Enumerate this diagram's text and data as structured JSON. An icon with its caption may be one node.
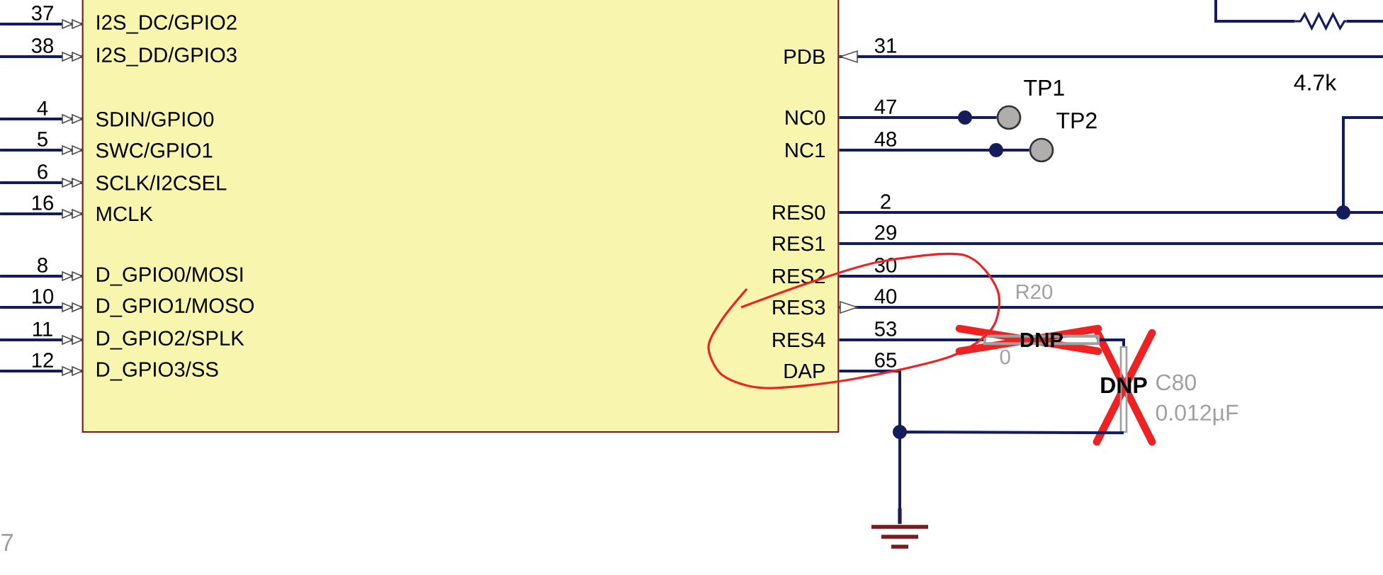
{
  "diagram": {
    "nodes": [
      {
        "text": [
          "I2S_DC/GPIO2",
          "I2S_DD/GPIO3",
          "SDIN/GPIO0",
          "SWC/GPIO1",
          "SCLK/I2CSEL",
          "MCLK",
          "D_GPIO0/MOSI",
          "D_GPIO1/MOSO",
          "D_GPIO2/SPLK",
          "D_GPIO3/SS",
          "PDB",
          "NC0",
          "NC1",
          "RES0",
          "RES1",
          "RES2",
          "RES3",
          "RES4",
          "DAP"
        ]
      },
      {
        "text": [
          "TP1"
        ]
      },
      {
        "text": [
          "TP2"
        ]
      },
      {
        "text": [
          "R20",
          "0",
          "DNP"
        ]
      },
      {
        "text": [
          "DNP",
          "C80",
          "0.012µF"
        ]
      },
      {
        "text": [],
        "shape": "resistor",
        "beside": [
          "4.7k"
        ]
      },
      {
        "text": [],
        "shape": "ground"
      }
    ],
    "edges": [
      {
        "from": null,
        "to": 0,
        "arrow": "to",
        "label": "37"
      },
      {
        "from": null,
        "to": 0,
        "arrow": "to",
        "label": "38"
      },
      {
        "from": null,
        "to": 0,
        "arrow": "to",
        "label": "4"
      },
      {
        "from": null,
        "to": 0,
        "arrow": "to",
        "label": "5"
      },
      {
        "from": null,
        "to": 0,
        "arrow": "to",
        "label": "6"
      },
      {
        "from": null,
        "to": 0,
        "arrow": "to",
        "label": "16"
      },
      {
        "from": null,
        "to": 0,
        "arrow": "to",
        "label": "8"
      },
      {
        "from": null,
        "to": 0,
        "arrow": "to",
        "label": "10"
      },
      {
        "from": null,
        "to": 0,
        "arrow": "to",
        "label": "11"
      },
      {
        "from": null,
        "to": 0,
        "arrow": "to",
        "label": "12"
      },
      {
        "from": null,
        "to": 0,
        "arrow": "to",
        "label": "31"
      },
      {
        "from": 0,
        "to": 1,
        "arrow": "none",
        "label": "47"
      },
      {
        "from": 0,
        "to": 2,
        "arrow": "none",
        "label": "48"
      },
      {
        "from": 0,
        "to": null,
        "arrow": "none",
        "label": "2"
      },
      {
        "from": 0,
        "to": null,
        "arrow": "none",
        "label": "29"
      },
      {
        "from": 0,
        "to": null,
        "arrow": "none",
        "label": "30"
      },
      {
        "from": 0,
        "to": null,
        "arrow": "to",
        "label": "40"
      },
      {
        "from": 0,
        "to": 3,
        "arrow": "none",
        "label": "53"
      },
      {
        "from": 0,
        "to": 6,
        "arrow": "none",
        "label": "65"
      },
      {
        "from": 3,
        "to": 4,
        "arrow": "none"
      },
      {
        "from": 4,
        "to": 6,
        "arrow": "none"
      },
      {
        "from": 5,
        "to": null,
        "arrow": "none"
      },
      {
        "from": null,
        "to": 5,
        "arrow": "none"
      }
    ],
    "labels": [
      "7"
    ]
  }
}
